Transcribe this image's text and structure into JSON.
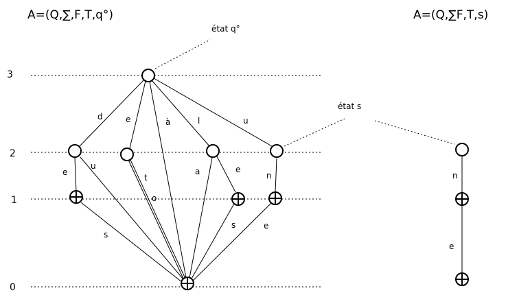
{
  "titles": {
    "left": "A=(Q,∑,F,T,q°)",
    "right": "A=(Q,∑F,T,s)"
  },
  "annotations": {
    "state_q0": "état q°",
    "state_s": "état s"
  },
  "levels": [
    "3",
    "2",
    "1",
    "0"
  ],
  "edge_labels": {
    "d": "d",
    "e_left": "e",
    "a_center": "à",
    "l": "l",
    "u_top": "u",
    "e_lower": "e",
    "u_lower": "u",
    "t": "t",
    "o": "o",
    "a_lower": "a",
    "e_mid": "e",
    "n": "n",
    "s_left": "s",
    "s_right": "s",
    "e_right": "e",
    "n_right": "n",
    "e_right2": "e"
  },
  "node_types": {
    "state": "open-circle-icon",
    "final": "circle-plus-icon"
  }
}
